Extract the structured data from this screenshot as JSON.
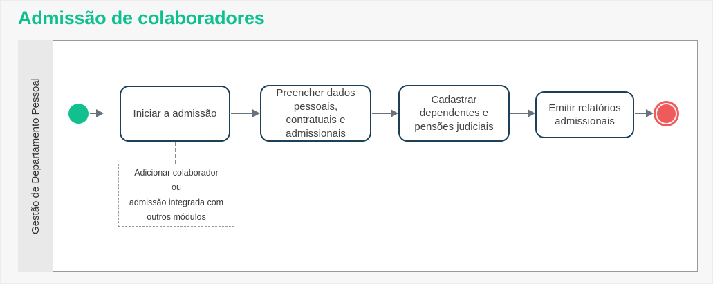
{
  "page": {
    "title": "Admissão de colaboradores"
  },
  "pool": {
    "lane_label": "Gestão de Departamento Pessoal"
  },
  "diagram": {
    "start_event": {
      "name": "start-event",
      "shape": "filled-circle"
    },
    "end_event": {
      "name": "end-event",
      "shape": "ringed-circle"
    },
    "tasks": [
      {
        "label": "Iniciar a admissão"
      },
      {
        "label": "Preencher dados pessoais, contratuais e admissionais"
      },
      {
        "label": "Cadastrar dependentes e pensões judiciais"
      },
      {
        "label": "Emitir relatórios admissionais"
      }
    ],
    "annotation": {
      "text": "Adicionar colaborador\nou\nadmissão integrada com\noutros módulos"
    },
    "colors": {
      "title": "#0EC08F",
      "start_event": "#12BF8E",
      "end_event": "#EF5B5B",
      "task_border": "#1D4056",
      "connector": "#68727E",
      "lane_fill": "#E9E9E9",
      "pool_border": "#999999",
      "background": "#F7F7F7"
    }
  }
}
